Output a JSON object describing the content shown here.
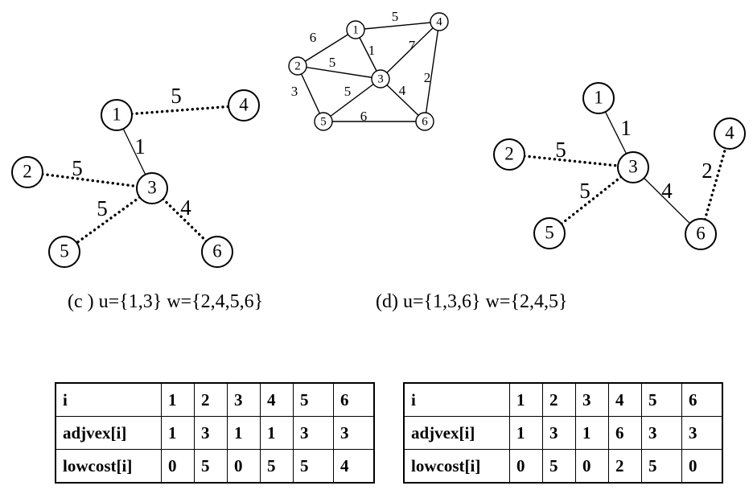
{
  "top_graph": {
    "nodes": [
      "1",
      "2",
      "3",
      "4",
      "5",
      "6"
    ],
    "edges": [
      {
        "from": "1",
        "to": "2",
        "weight": "6"
      },
      {
        "from": "1",
        "to": "4",
        "weight": "5"
      },
      {
        "from": "1",
        "to": "3",
        "weight": "1"
      },
      {
        "from": "2",
        "to": "3",
        "weight": "5"
      },
      {
        "from": "3",
        "to": "4",
        "weight": "7"
      },
      {
        "from": "2",
        "to": "5",
        "weight": "3"
      },
      {
        "from": "3",
        "to": "5",
        "weight": "5"
      },
      {
        "from": "3",
        "to": "6",
        "weight": "4"
      },
      {
        "from": "4",
        "to": "6",
        "weight": "2"
      },
      {
        "from": "5",
        "to": "6",
        "weight": "6"
      }
    ]
  },
  "graph_c": {
    "nodes": [
      "1",
      "2",
      "3",
      "4",
      "5",
      "6"
    ],
    "edges": [
      {
        "from": "1",
        "to": "3",
        "weight": "1",
        "style": "solid"
      },
      {
        "from": "1",
        "to": "4",
        "weight": "5",
        "style": "dotted"
      },
      {
        "from": "2",
        "to": "3",
        "weight": "5",
        "style": "dotted"
      },
      {
        "from": "3",
        "to": "5",
        "weight": "5",
        "style": "dotted"
      },
      {
        "from": "3",
        "to": "6",
        "weight": "4",
        "style": "dotted"
      }
    ],
    "caption": "(c ) u={1,3} w={2,4,5,6}"
  },
  "graph_d": {
    "nodes": [
      "1",
      "2",
      "3",
      "4",
      "5",
      "6"
    ],
    "edges": [
      {
        "from": "1",
        "to": "3",
        "weight": "1",
        "style": "solid"
      },
      {
        "from": "2",
        "to": "3",
        "weight": "5",
        "style": "dotted"
      },
      {
        "from": "3",
        "to": "5",
        "weight": "5",
        "style": "dotted"
      },
      {
        "from": "3",
        "to": "6",
        "weight": "4",
        "style": "solid"
      },
      {
        "from": "6",
        "to": "4",
        "weight": "2",
        "style": "dotted"
      }
    ],
    "caption": "(d) u={1,3,6} w={2,4,5}"
  },
  "table_c": {
    "rows": [
      [
        "i",
        "1",
        "2",
        "3",
        "4",
        "5",
        "6"
      ],
      [
        "adjvex[i]",
        "1",
        "3",
        "1",
        "1",
        "3",
        "3"
      ],
      [
        "lowcost[i]",
        "0",
        "5",
        "0",
        "5",
        "5",
        "4"
      ]
    ]
  },
  "table_d": {
    "rows": [
      [
        "i",
        "1",
        "2",
        "3",
        "4",
        "5",
        "6"
      ],
      [
        "adjvex[i]",
        "1",
        "3",
        "1",
        "6",
        "3",
        "3"
      ],
      [
        "lowcost[i]",
        "0",
        "5",
        "0",
        "2",
        "5",
        "0"
      ]
    ]
  }
}
